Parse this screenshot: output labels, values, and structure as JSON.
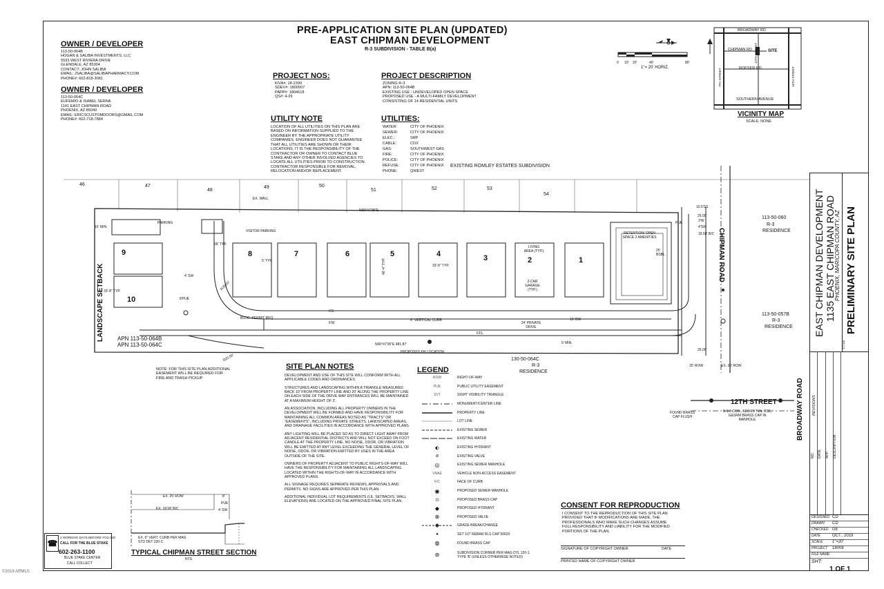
{
  "header": {
    "title": "PRE-APPLICATION SITE PLAN (UPDATED)",
    "subtitle": "EAST CHIPMAN DEVELOPMENT",
    "subdivision": "R-3 SUBDIVISION - TABLE B(a)"
  },
  "owner1": {
    "heading": "OWNER / DEVELOPER",
    "lines": [
      "113-50-064B",
      "HOGAN & SALIBA INVESTMENTS, LLC",
      "5533 WEST RIVIERA DRIVE",
      "GLENDALE, AZ 85304",
      "CONTACT: JOHN SALIBA",
      "EMAIL: JSALIBA@SALIBAPHARMACY.COM",
      "PHONE#: 602-818-3081"
    ]
  },
  "owner2": {
    "heading": "OWNER / DEVELOPER",
    "lines": [
      "113-50-064C",
      "EUFEMIO & ISABEL SERNA",
      "1141 EAST CHIPMAN ROAD",
      "PHOENIX, AZ 85040",
      "EMAIL: ERICSCUSTOMDOORS@GMAIL.COM",
      "PHONE#: 602-718-7884"
    ]
  },
  "project_nos": {
    "heading": "PROJECT NOS:",
    "lines": [
      "KIVA#: 18-2399",
      "SDEV#: 1800507",
      "PAPP#: 1804618",
      "QS#: 4-29"
    ]
  },
  "project_description": {
    "heading": "PROJECT DESCRIPTION",
    "lines": [
      "ZONING R-3",
      "APN: 113-50-064B",
      "EXISTING USE - UNDEVELOPED OPEN SPACE",
      "PROPOSED USE - A MULTI-FAMILY DEVELOPMENT",
      "CONSISTING OF 14 RESIDENTIAL UNITS"
    ]
  },
  "utility_note": {
    "heading": "UTILITY NOTE",
    "lines": [
      "LOCATION OF ALL UTILITIES ON THIS PLAN ARE",
      "BASED ON INFORMATION SUPPLIED TO THE",
      "ENGINEER BY THE APPROPRIATE UTILITY",
      "COMPANIES. ENGINEER DOES NOT GUARANTEE",
      "THAT ALL UTILITIES ARE SHOWN OR THEIR",
      "LOCATIONS. IT IS THE RESPONSIBILITY OF THE",
      "CONTRACTOR OR OWNER TO CONTACT BLUE",
      "STAKE AND ANY OTHER INVOLVED AGENCIES TO",
      "LOCATE ALL UTILITIES PRIOR TO CONSTRUCTION.",
      "CONTRACTOR RESPONSIBLE FOR REMOVAL,",
      "RELOCATION AND/OR REPLACEMENT."
    ]
  },
  "utilities": {
    "heading": "UTILITIES:",
    "rows": [
      {
        "k": "WATER:",
        "v": "CITY OF PHOENIX"
      },
      {
        "k": "SEWER:",
        "v": "CITY OF PHOENIX"
      },
      {
        "k": "ELEC.:",
        "v": "SRP"
      },
      {
        "k": "CABLE:",
        "v": "COX"
      },
      {
        "k": "GAS:",
        "v": "SOUTHWEST GAS"
      },
      {
        "k": "FIRE:",
        "v": "CITY OF PHOENIX"
      },
      {
        "k": "POLICE:",
        "v": "CITY OF PHOENIX"
      },
      {
        "k": "REFUSE:",
        "v": "CITY OF PHOENIX"
      },
      {
        "k": "PHONE:",
        "v": "QWEST"
      }
    ]
  },
  "scale": {
    "ticks": [
      "0",
      "10'",
      "20'",
      "40'",
      "80'"
    ],
    "label": "1\"= 20' HORIZ."
  },
  "vicinity": {
    "heading": "VICINITY MAP",
    "scale": "SCALE: NONE",
    "labels": {
      "broadway": "BROADWAY RD",
      "chipman": "CHIPMAN RD",
      "site": "SITE",
      "roeser": "ROESER RD",
      "southern": "SOUTHERN AVENUE",
      "st7": "7TH STREET",
      "st12": "12TH STREET",
      "st16": "16TH STREET"
    }
  },
  "plan": {
    "existing_subdivision": "EXISTING ROMLEY ESTATES SUBDIVISION",
    "lot_numbers": [
      "46",
      "47",
      "48",
      "49",
      "50",
      "51",
      "52",
      "53",
      "54"
    ],
    "units": [
      "1",
      "2",
      "3",
      "4",
      "5",
      "6",
      "7",
      "8",
      "9",
      "10"
    ],
    "labels": {
      "ex_wall": "EX. WALL",
      "bearing1": "N00°47'05\"E",
      "bearing2": "N00°47'05\"E  481.87'",
      "parking": "PARKING",
      "visitor_parking": "VISITOR PARKING",
      "retention": "RETENTION/ OPEN SPACE 2 AMENITIES",
      "living_area": "LIVING AREA (TYP.)",
      "garage": "2-CAR GARAGE (TYP.)",
      "typ_33": "33'-8\" TYP.",
      "typ_46": "46'-4\" TYP.",
      "typ_5": "5' TYP.",
      "typ_33b": "33'-8\" TYP.",
      "bldg_permit": "BLDG. PERMIT REQ.",
      "vertical_curb": "6\" VERTICAL CURB",
      "private_drive": "24' PRIVATE DRIVE",
      "proposed_fh": "PROPOSED FH LOCATION",
      "min5": "5' MIN.",
      "dw16": "16' DW",
      "sw6": "6'S",
      "w6": "6'W",
      "fl6": "6'FL",
      "bsbl": "25' BSBL",
      "landscape_setback": "LANDSCAPE SETBACK",
      "apn_b": "APN 113-50-064B",
      "apn_c": "APN 113-50-064C",
      "chipman_road": "CHIPMAN ROAD",
      "parcel1": "113-50-060",
      "parcel2": "113-50-057B",
      "parcel3": "130-50-064C",
      "r3": "R-3",
      "residence": "RESIDENCE",
      "row25": "25' ROW",
      "ex30row": "EX. 30' ROW",
      "dim25a": "25.00'",
      "dim25b": "25.00'",
      "dim105": "10.5'SS",
      "dim3w": "3'W",
      "dim4sw": "4'SW",
      "dim1858": "18.58' B/C",
      "pue": "PUE",
      "min15": "15' MIN.",
      "typ18": "18' TYP.",
      "pue8": "8'PUE",
      "sw4": "4' SW",
      "rad": "R35.00'",
      "rad2": "R20.00'"
    },
    "fire_note": "NOTE: FOR THIS SITE PLAN ADDITIONAL EASEMENT WILL BE REQUIRED FOR FIRE AND TRASH PICKUP",
    "found_brass": "FOUND BRASS CAP FLUSH",
    "brass_manhole": "N 1/4 COR., SEC 28 T1N, R3E, G&SRM BRASS CAP IN MANHOLE",
    "street_12th": "12TH STREET",
    "broadway_road": "BROADWAY ROAD"
  },
  "site_notes": {
    "heading": "SITE PLAN NOTES",
    "paras": [
      "DEVELOPMENT AND USE OF THIS SITE WILL CONFORM WITH ALL APPLICABLE CODES AND ORDINANCES.",
      "STRUCTURES AND LANDSCAPING WITHIN A TRIANGLE MEASURED BACK 10' FROM PROPERTY LINE AND 20' ALONG THE PROPERTY LINE ON EACH SIDE OF THE DRIVE WAY ENTRANCES WILL BE MAINTAINED AT A MAXIMUM HEIGHT OF 3'.",
      "AN ASSOCIATION, INCLUDING ALL PROPERTY OWNERS IN THE DEVELOPMENT WILL BE FORMED AND HAVE RESPONSIBILITY FOR MAINTAINING ALL COMMON AREAS NOTED AS \"TRACTS\" OR \"EASEMENTS\", INCLUDING PRIVATE STREETS, LANDSCAPED AREAS, AND DRAINAGE FACILITIES IN ACCORDANCE WITH APPROVED PLANS.",
      "ANY LIGHTING WILL BE PLACED SO AS TO DIRECT LIGHT AWAY FROM ADJACENT RESIDENTIAL DISTRICTS AND WILL NOT EXCEED ON FOOT CANDLE AT THE PROPERTY LINE. NO NOISE, ODOR, OR VIBRATION WILL BE EMITTED AT ANY LEVEL EXCEEDING THE GENERAL LEVEL OF NOISE, ODOR, OR VIBRATION EMITTED BY USES IN THE AREA OUTSIDE OF THE SITE.",
      "OWNERS OF PROPERTY ADJACENT TO PUBLIC RIGHTS-OF-WAY WILL HAVE THE RESPONSIBILITY FOR MAINTAINING ALL LANDSCAPING LOCATED WITHIN THE RIGHTS-OF-WAY IN ACCORDANCE WITH APPROVED PLANS.",
      "ALL SIGNAGE REQUIRES SEPARATE REVIEWS, APPROVALS AND PERMITS. NO SIGNS ARE APPROVED PER THIS PLAN.",
      "ADDITIONAL INDIVIDUAL LOT REQUIREMENTS (I.E. SETBACKS, WALL ELEVATIONS) ARE LOCATED ON THE APPROVED FINAL SITE PLAN."
    ]
  },
  "legend": {
    "heading": "LEGEND",
    "items": [
      {
        "sym": "ROW",
        "text": "RIGHT-OF-WAY"
      },
      {
        "sym": "PUE",
        "text": "PUBLIC UTILITY EASEMENT"
      },
      {
        "sym": "SVT",
        "text": "SIGHT VISIBILITY TRIANGLE"
      },
      {
        "sym": "",
        "text": "MONUMENT/CENTER LINE"
      },
      {
        "sym": "",
        "text": "PROPERTY LINE"
      },
      {
        "sym": "",
        "text": "LOT LINE"
      },
      {
        "sym": "",
        "text": "EXISTING SEWER"
      },
      {
        "sym": "",
        "text": "EXISTING WATER"
      },
      {
        "sym": "",
        "text": "EXISTING HYDRANT"
      },
      {
        "sym": "",
        "text": "EXISTING VALVE"
      },
      {
        "sym": "",
        "text": "EXISTING SEWER MANHOLE"
      },
      {
        "sym": "VNAE",
        "text": "VEHICLE NON-ACCESS EASEMENT"
      },
      {
        "sym": "F/C",
        "text": "FACE OF CURB"
      },
      {
        "sym": "",
        "text": "PROPOSED SEWER MANHOLE"
      },
      {
        "sym": "",
        "text": "PROPOSED BRASS CAP"
      },
      {
        "sym": "",
        "text": "PROPOSED HYDRANT"
      },
      {
        "sym": "",
        "text": "PROPOSED VALVE"
      },
      {
        "sym": "",
        "text": "GRADE BREAK/CHANGE"
      },
      {
        "sym": "",
        "text": "SET 1/2\" REBAR RLS CAP 50620"
      },
      {
        "sym": "",
        "text": "FOUND BRASS CAP"
      },
      {
        "sym": "",
        "text": "SUBDIVISION CORNER PER MAG DTL 120-1 TYPE 'B' (UNLESS OTHERWISE NOTED)"
      }
    ]
  },
  "consent": {
    "heading": "CONSENT FOR REPRODUCTION",
    "text": [
      "I CONSENT TO THE REPRODUCTION OF THIS SITE PLAN",
      "PROVIDED THAT IF MODIFICATIONS ARE MADE, THE",
      "PROFESSIONALS WHO MAKE SUCH CHANGES ASSUME",
      "FULL RESPONSIBILITY AND LIABILITY FOR THE MODIFIED",
      "PORTIONS OF THE PLAN."
    ],
    "sig": "SIGNATURE OF COPYRIGHT OWNER",
    "date": "DATE",
    "printed": "PRINTED NAME OF COPYRIGHT OWNER"
  },
  "street_section": {
    "heading": "TYPICAL CHIPMAN STREET SECTION",
    "nts": "NTS",
    "ex_row": "EX. 25' ROW",
    "ex_bc": "EX. 18.58' B/C",
    "pue8": "8'",
    "pue": "PUE",
    "sw": "4' SW",
    "curb": "EX. 6\" VERT. CURB PER MAG STD DET 220-C"
  },
  "blue_stake": {
    "line1": "2 WORKING DAYS BEFORE YOU DIG",
    "line2": "CALL FOR THE BLUE STAKE",
    "phone": "602-263-1100",
    "line3": "BLUE STAKE CENTER",
    "line4": "CALL COLLECT"
  },
  "title_block": {
    "line1": "EAST CHIPMAN DEVELOPMENT",
    "line2": "1135 EAST CHIPMAN ROAD",
    "line3": "PHOENIX, MARICOPA COUNTY, AZ",
    "sheet_title": "PRELIMINARY SITE PLAN",
    "title_lbl": "TITLE",
    "revisions": "REVISIONS",
    "rev_cols": [
      "NO.",
      "DATE",
      "APP.",
      "DESCRIPTION"
    ],
    "rows": [
      {
        "k": "DESIGNED",
        "v": "CD"
      },
      {
        "k": "DRAWN",
        "v": "CD"
      },
      {
        "k": "CHECKED",
        "v": "GE"
      },
      {
        "k": "DATE",
        "v": "OCT., 2019"
      },
      {
        "k": "SCALE",
        "v": "1\"=20'"
      },
      {
        "k": "PROJECT",
        "v": "18008"
      },
      {
        "k": "FILE NAME",
        "v": ""
      }
    ],
    "sht_label": "SHT:",
    "sheet": "1 OF 1"
  },
  "watermark": "©2019 ARMLS"
}
